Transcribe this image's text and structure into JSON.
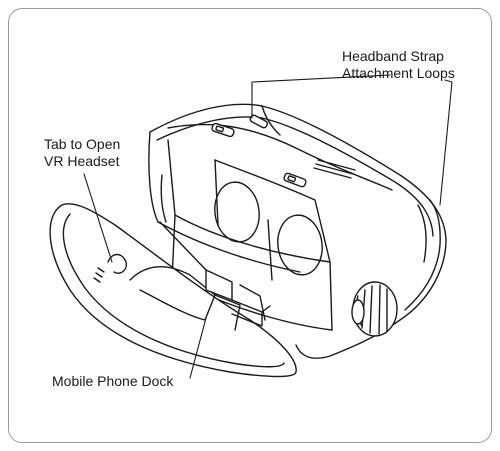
{
  "labels": {
    "headband_line1": "Headband Strap",
    "headband_line2": "Attachment Loops",
    "tab_line1": "Tab to Open",
    "tab_line2": "VR Headset",
    "dock": "Mobile Phone Dock"
  },
  "colors": {
    "line": "#1a1a1a",
    "frame": "#9a9a9a",
    "fill": "#ffffff"
  },
  "icons": [
    "vr-headset-illustration"
  ]
}
